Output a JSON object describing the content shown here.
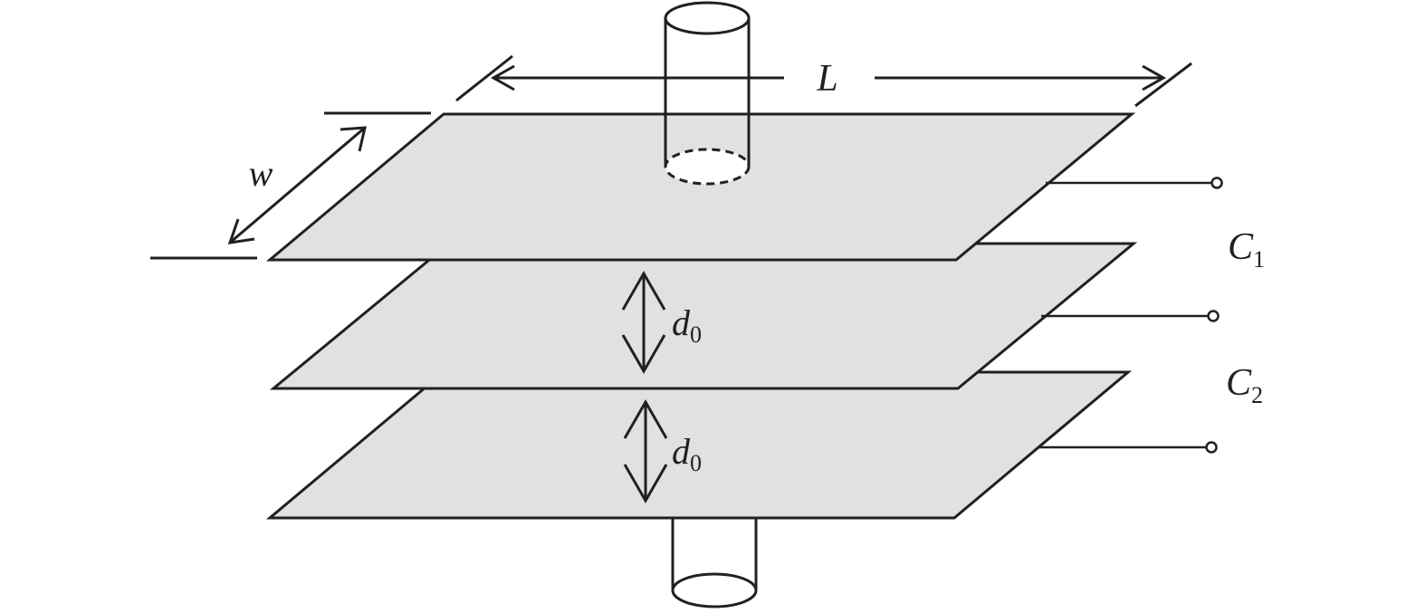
{
  "labels": {
    "length": "L",
    "width": "w",
    "gap_1": {
      "symbol": "d",
      "subscript": "0"
    },
    "gap_2": {
      "symbol": "d",
      "subscript": "0"
    },
    "capacitor_1": {
      "symbol": "C",
      "subscript": "1"
    },
    "capacitor_2": {
      "symbol": "C",
      "subscript": "2"
    }
  },
  "colors": {
    "plate_fill": "#e1e1e1",
    "stroke": "#231f20",
    "background": "#ffffff"
  }
}
